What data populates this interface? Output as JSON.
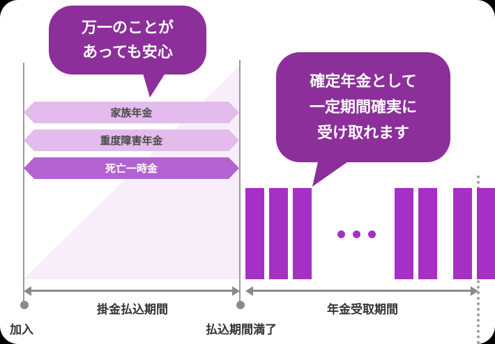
{
  "callouts": {
    "left": {
      "lines": [
        "万一のことが",
        "あっても安心"
      ]
    },
    "right": {
      "lines": [
        "確定年金として",
        "一定期間確実に",
        "受け取れます"
      ]
    }
  },
  "coverage_bands": [
    {
      "label": "家族年金",
      "style": "light"
    },
    {
      "label": "重度障害年金",
      "style": "light"
    },
    {
      "label": "死亡一時金",
      "style": "dark"
    }
  ],
  "timeline": {
    "payment_period_label": "掛金払込期間",
    "receiving_period_label": "年金受取期間",
    "start_label": "加入",
    "end_of_payment_label": "払込期間満了"
  },
  "bars": {
    "before_ellipsis": 3,
    "after_ellipsis": 4
  },
  "ellipsis_dot_count": 3,
  "colors": {
    "callout_bg": "#8c2f9b",
    "bar": "#a62fc6",
    "band_light": "#e3bbec",
    "band_dark": "#b263d0",
    "triangle_fill": "#f7eef9",
    "axis_gray": "#8a8a8a",
    "text_dark": "#333333"
  }
}
